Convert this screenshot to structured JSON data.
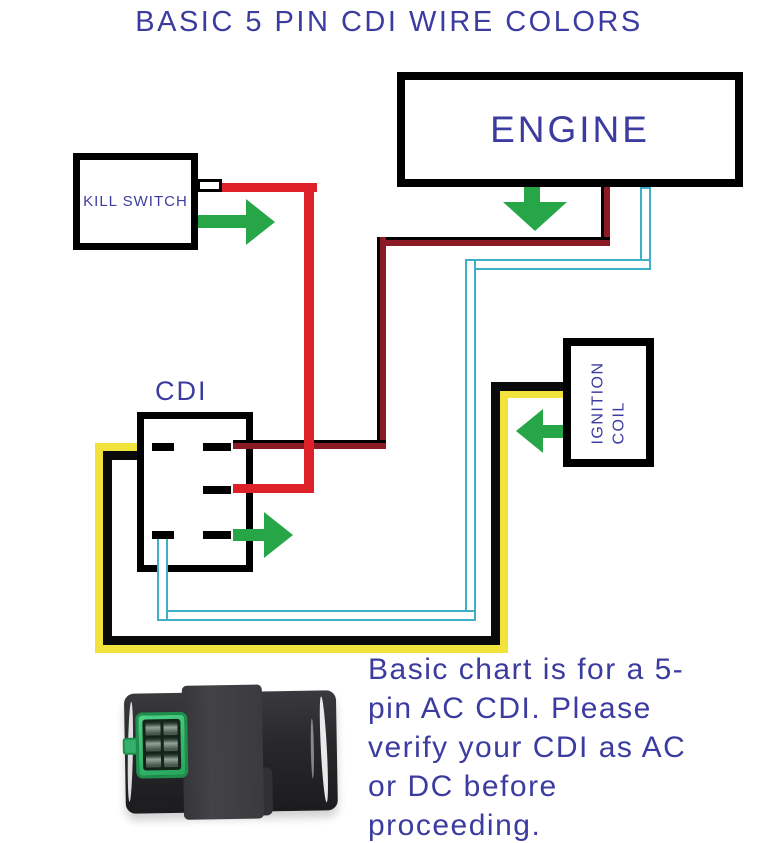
{
  "title": "BASIC 5 PIN CDI WIRE COLORS",
  "engine": {
    "label": "ENGINE"
  },
  "kill_switch": {
    "label": "KILL SWITCH"
  },
  "cdi": {
    "label": "CDI"
  },
  "ignition_coil": {
    "line1": "IGNITION",
    "line2": "COIL"
  },
  "caption": {
    "lines": [
      "Basic chart is for a 5-",
      "pin AC CDI. Please",
      "verify your CDI as AC",
      "or DC before",
      "proceeding."
    ]
  },
  "colors": {
    "text_blue": "#3C3CA0",
    "red": "#DE2128",
    "dark_red": "#8C1A24",
    "yellow": "#F2E33C",
    "wire_black": "#0a0a0a",
    "light_blue": "#3FAEC6",
    "green": "#27A648"
  },
  "wires": [
    {
      "name": "red",
      "color": "#DE2128",
      "from": "kill-switch terminal",
      "to": "cdi-middle-right-pin"
    },
    {
      "name": "black-red",
      "color": "#8C1A24",
      "from": "engine",
      "to": "cdi-top-right-pin"
    },
    {
      "name": "light-blue",
      "color": "#3FAEC6",
      "from": "engine",
      "to": "cdi-bottom-left-pin"
    },
    {
      "name": "yellow",
      "color": "#F2E33C",
      "from": "cdi-left-side",
      "to": "ignition-coil"
    },
    {
      "name": "black",
      "color": "#0a0a0a",
      "from": "cdi-left-side",
      "to": "ignition-coil"
    }
  ]
}
